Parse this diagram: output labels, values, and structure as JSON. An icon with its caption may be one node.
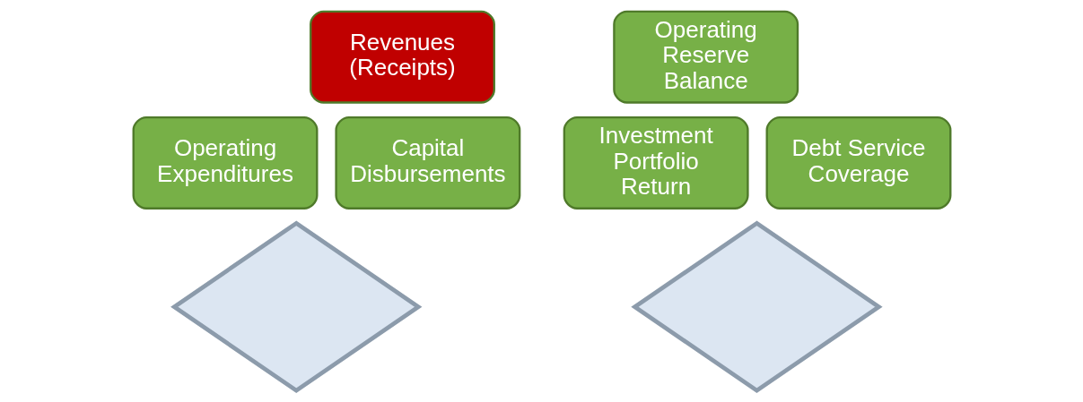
{
  "diagram": {
    "nodes": [
      {
        "text": [],
        "shape": "diamond"
      },
      {
        "text": [
          "Revenues (Receipts)"
        ]
      },
      {
        "text": [
          "Operating Expenditures"
        ]
      },
      {
        "text": [
          "Capital Disbursements"
        ]
      },
      {
        "text": [],
        "shape": "diamond"
      },
      {
        "text": [
          "Operating Reserve Balance"
        ]
      },
      {
        "text": [
          "Investment Portfolio Return"
        ]
      },
      {
        "text": [
          "Debt Service Coverage"
        ]
      }
    ],
    "edges": []
  }
}
